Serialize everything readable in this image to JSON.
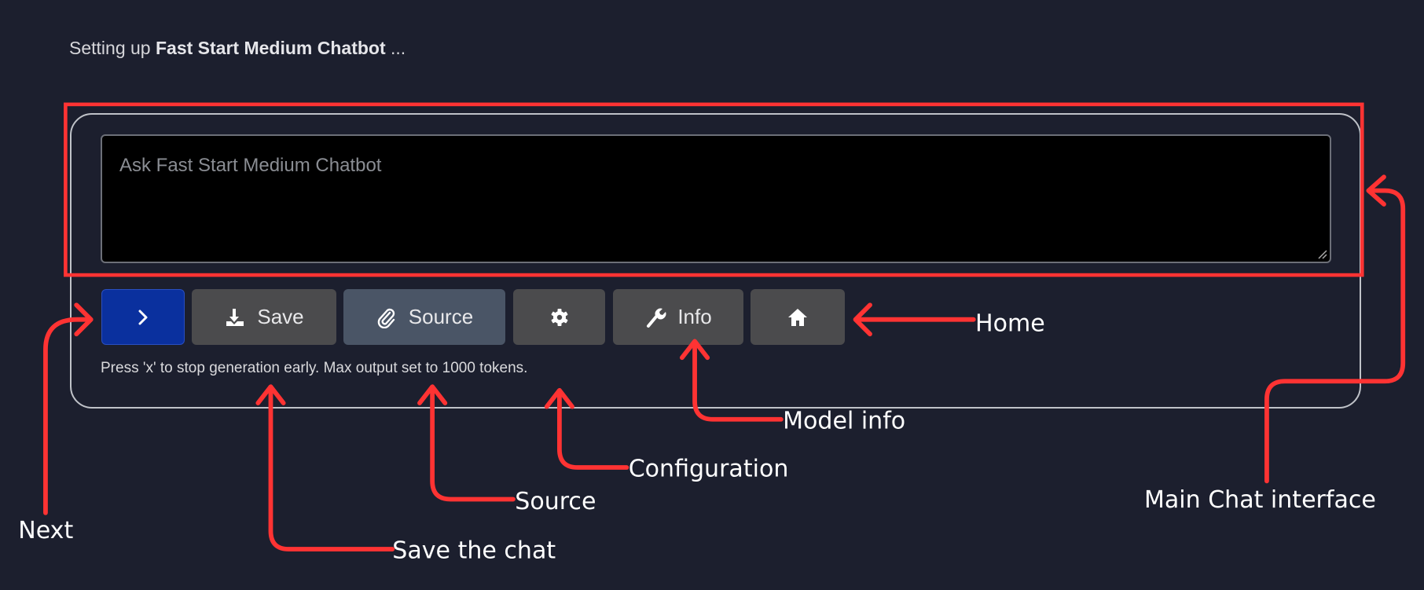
{
  "header": {
    "prefix": "Setting up",
    "bot_name": "Fast Start Medium Chatbot",
    "suffix": "..."
  },
  "chat": {
    "placeholder": "Ask Fast Start Medium Chatbot"
  },
  "toolbar": {
    "next_label": "",
    "save_label": "Save",
    "source_label": "Source",
    "info_label": "Info",
    "icons": [
      "chevron-right-icon",
      "download-icon",
      "paperclip-icon",
      "gear-icon",
      "wrench-icon",
      "home-icon"
    ]
  },
  "hint": "Press 'x' to stop generation early. Max output set to 1000 tokens.",
  "annotations": {
    "next": "Next",
    "home": "Home",
    "model_info": "Model info",
    "configuration": "Configuration",
    "source": "Source",
    "save_chat": "Save the chat",
    "main_chat": "Main Chat interface"
  },
  "colors": {
    "background": "#1c1f2e",
    "annotation": "#ff3333",
    "next_button": "#0a309e",
    "source_button": "#4a5566",
    "button": "#4b4b4d"
  }
}
